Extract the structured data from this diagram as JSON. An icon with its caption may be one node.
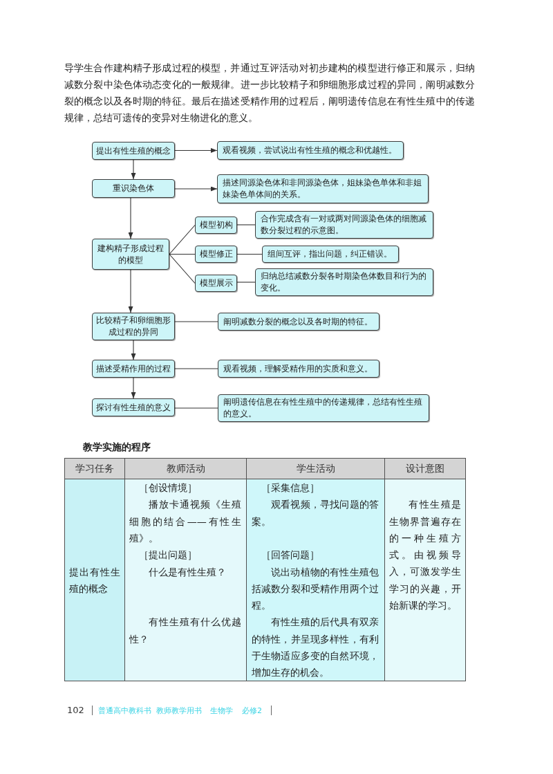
{
  "diagram": {
    "nodes": [
      {
        "text": [
          "提出有性生殖的概念"
        ]
      },
      {
        "text": [
          "观看视频，尝试说出有性生殖的概念和优越性。"
        ]
      },
      {
        "text": [
          "重识染色体"
        ]
      },
      {
        "text": [
          "描述同源染色体和非同源染色体，姐妹染色单体和非姐妹染色单体间的关系。"
        ]
      },
      {
        "text": [
          "模型初构"
        ]
      },
      {
        "text": [
          "合作完成含有一对或两对同源染色体的细胞减数分裂过程的示意图。"
        ]
      },
      {
        "text": [
          "建构精子形成过程的模型"
        ]
      },
      {
        "text": [
          "模型修正"
        ]
      },
      {
        "text": [
          "组间互评，指出问题，纠正错误。"
        ]
      },
      {
        "text": [
          "模型展示"
        ]
      },
      {
        "text": [
          "归纳总结减数分裂各时期染色体数目和行为的变化。"
        ]
      },
      {
        "text": [
          "比较精子和卵细胞形成过程的异同"
        ]
      },
      {
        "text": [
          "阐明减数分裂的概念以及各时期的特征。"
        ]
      },
      {
        "text": [
          "描述受精作用的过程"
        ]
      },
      {
        "text": [
          "观看视频，理解受精作用的实质和意义。"
        ]
      },
      {
        "text": [
          "探讨有性生殖的意义"
        ]
      },
      {
        "text": [
          "阐明遗传信息在有性生殖中的传递规律，总结有性生殖的意义。"
        ]
      }
    ],
    "edges": [
      {
        "from": 0,
        "to": 1,
        "arrow": "to"
      },
      {
        "from": 0,
        "to": 2,
        "arrow": "to"
      },
      {
        "from": 2,
        "to": 3,
        "arrow": "to"
      },
      {
        "from": 2,
        "to": 6,
        "arrow": "to"
      },
      {
        "from": 6,
        "to": 4,
        "arrow": "none"
      },
      {
        "from": 6,
        "to": 7,
        "arrow": "none"
      },
      {
        "from": 6,
        "to": 9,
        "arrow": "none"
      },
      {
        "from": 4,
        "to": 5,
        "arrow": "none"
      },
      {
        "from": 7,
        "to": 8,
        "arrow": "none"
      },
      {
        "from": 9,
        "to": 10,
        "arrow": "none"
      },
      {
        "from": 6,
        "to": 11,
        "arrow": "to"
      },
      {
        "from": 11,
        "to": 12,
        "arrow": "none"
      },
      {
        "from": 11,
        "to": 13,
        "arrow": "to"
      },
      {
        "from": 13,
        "to": 14,
        "arrow": "none"
      },
      {
        "from": 13,
        "to": 15,
        "arrow": "to"
      },
      {
        "from": 15,
        "to": 16,
        "arrow": "none"
      }
    ],
    "labels": [
      "导学生合作建构精子形成过程的模型，并通过互评活动对初步建构的模型进行修正和展示，归纳减数分裂中染色体动态变化的一般规律。进一步比较精子和卵细胞形成过程的异同，阐明减数分裂的概念以及各时期的特征。最后在描述受精作用的过程后，阐明遗传信息在有性生殖中的传递规律，总结可遗传的变异对生物进化的意义。",
      "教学实施的程序",
      "学习任务",
      "教师活动",
      "学生活动",
      "设计意图",
      "提出有性生殖的概念",
      "［创设情境］",
      "播放卡通视频《生殖细胞的结合——有性生殖》。",
      "［提出问题］",
      "什么是有性生殖？",
      "有性生殖有什么优越性？",
      "［采集信息］",
      "观看视频，寻找问题的答案。",
      "［回答问题］",
      "说出动植物的有性生殖包括减数分裂和受精作用两个过程。",
      "有性生殖的后代具有双亲的特性，并呈现多样性，有利于生物适应多变的自然环境，增加生存的机会。",
      "有性生殖是生物界普遍存在的一种生殖方式。由视频导入，可激发学生学习的兴趣，开始新课的学习。",
      "102",
      "普通高中教科书",
      "教师教学用书",
      "生物学",
      "必修2"
    ]
  }
}
